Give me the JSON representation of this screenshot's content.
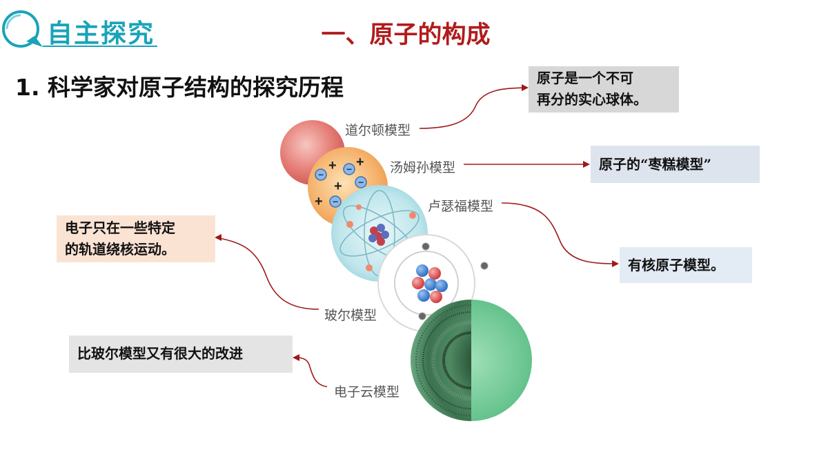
{
  "header": {
    "brand_label": "自主探究",
    "section_title": "一、原子的构成"
  },
  "subtitle": "1. 科学家对原子结构的探究历程",
  "models": {
    "dalton": "道尔顿模型",
    "thomson": "汤姆孙模型",
    "rutherford": "卢瑟福模型",
    "bohr": "玻尔模型",
    "cloud": "电子云模型"
  },
  "notes": {
    "dalton_l1": "原子是一个不可",
    "dalton_l2": "再分的实心球体。",
    "thomson": "原子的“枣糕模型”",
    "rutherford": "有核原子模型。",
    "bohr_l1": "电子只在一些特定",
    "bohr_l2": "的轨道绕核运动。",
    "cloud": "比玻尔模型又有很大的改进"
  },
  "colors": {
    "accent": "#1aa3b8",
    "title_red": "#b01c1c",
    "arrow": "#a01818"
  }
}
